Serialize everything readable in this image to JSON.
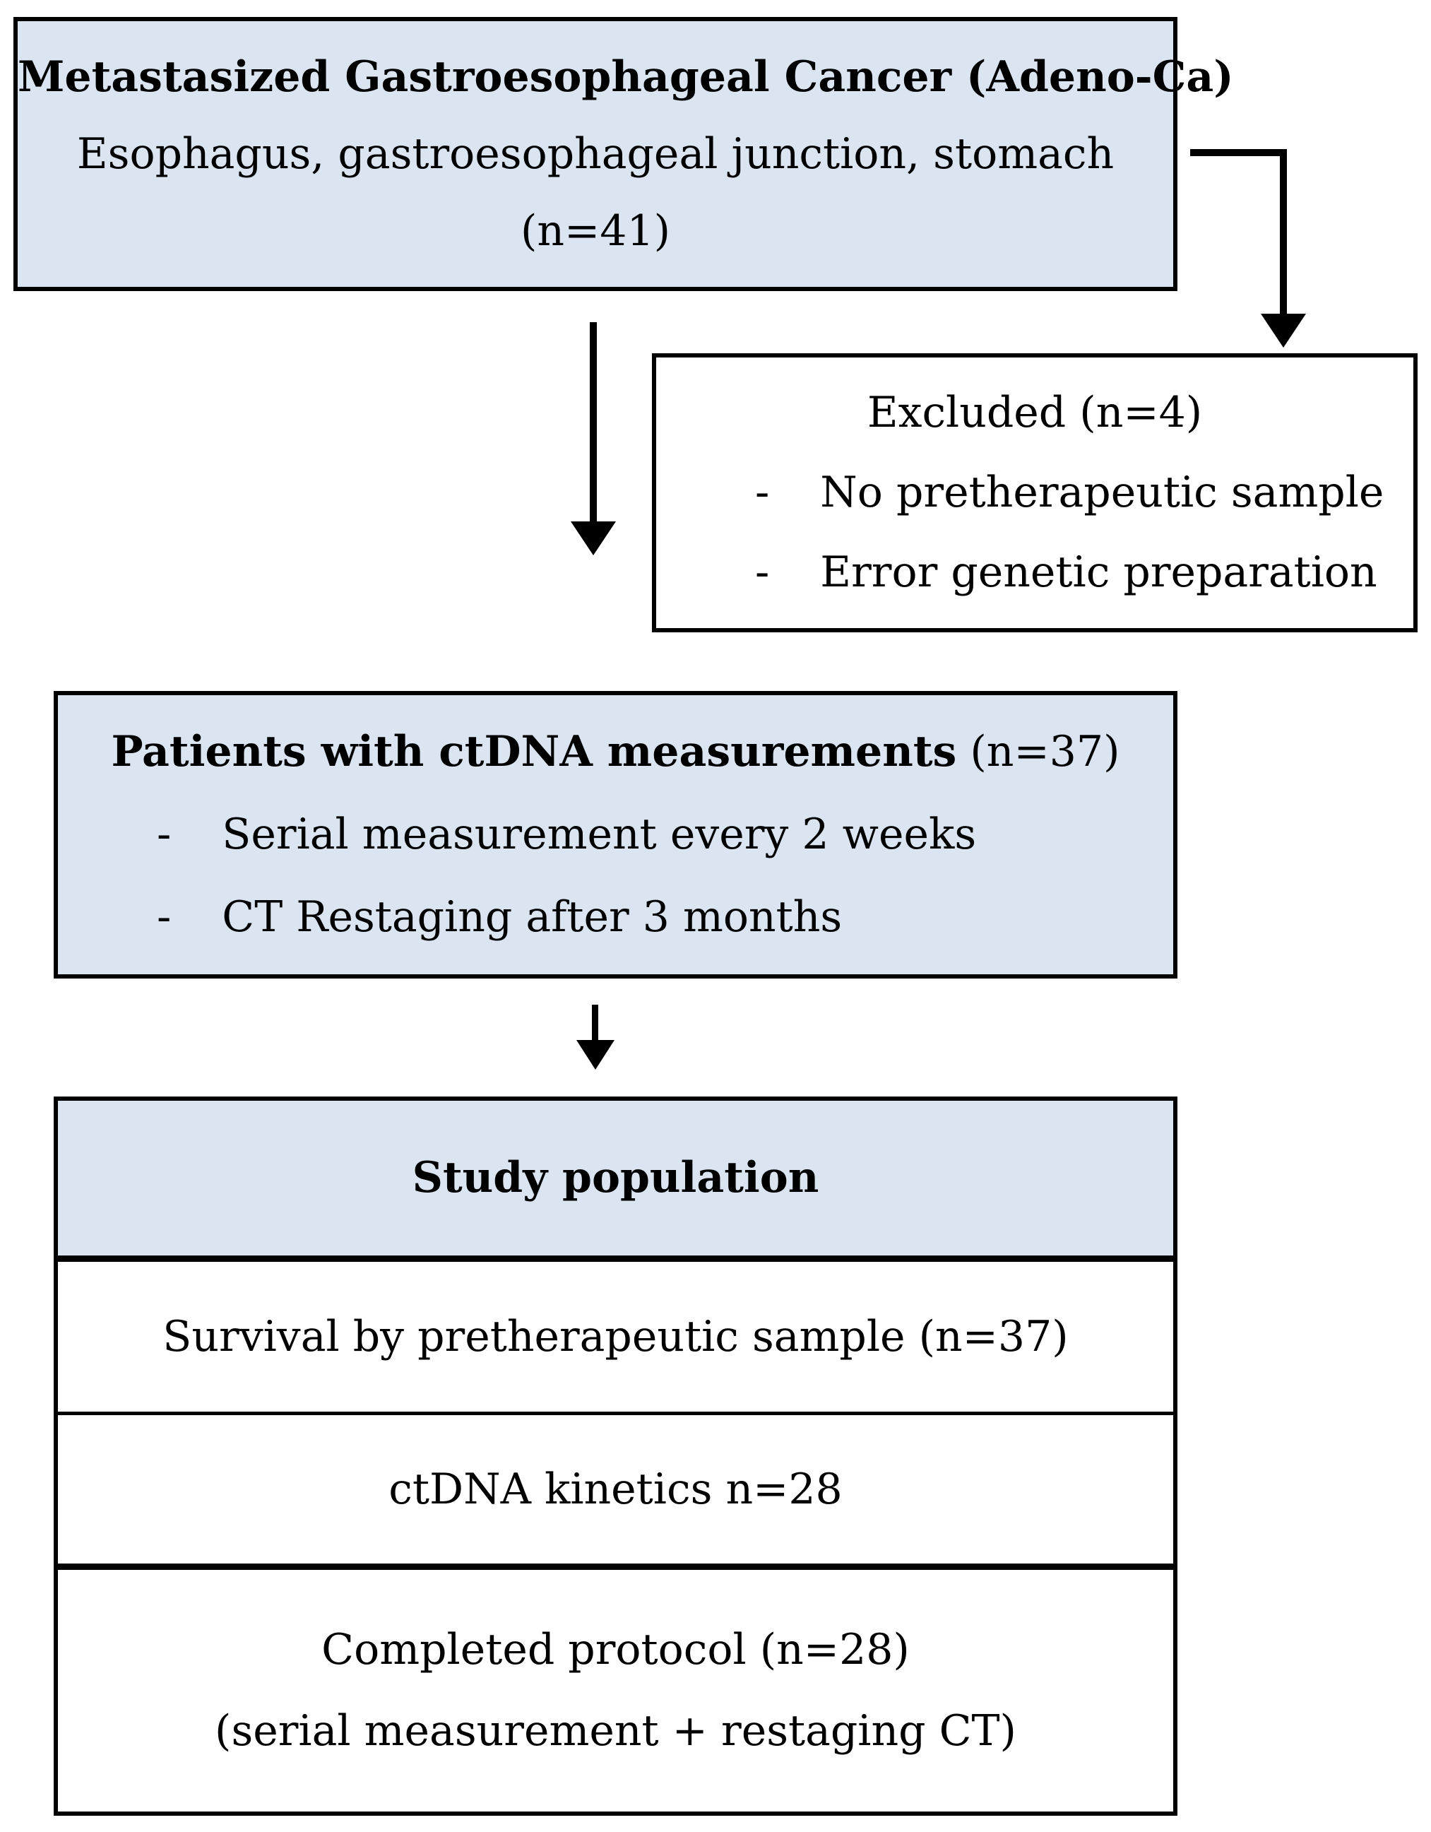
{
  "top_box": {
    "title": "Metastasized Gastroesophageal Cancer (Adeno-Ca)",
    "subtitle": "Esophagus, gastroesophageal junction, stomach",
    "count": "(n=41)"
  },
  "excluded_box": {
    "title": "Excluded (n=4)",
    "bullet_marker": "-",
    "items": [
      "No pretherapeutic sample",
      "Error genetic preparation"
    ]
  },
  "ctdna_box": {
    "title_bold": "Patients with ctDNA measurements",
    "title_rest": "(n=37)",
    "bullet_marker": "-",
    "items": [
      "Serial measurement every 2 weeks",
      "CT Restaging after 3 months"
    ]
  },
  "study_table": {
    "header": "Study population",
    "row1": "Survival by pretherapeutic sample (n=37)",
    "row2": "ctDNA kinetics n=28",
    "row3_line1": "Completed protocol (n=28)",
    "row3_line2": "(serial measurement + restaging CT)"
  },
  "colors": {
    "box_fill": "#dbe5f1",
    "border": "#000000",
    "background": "#ffffff"
  }
}
